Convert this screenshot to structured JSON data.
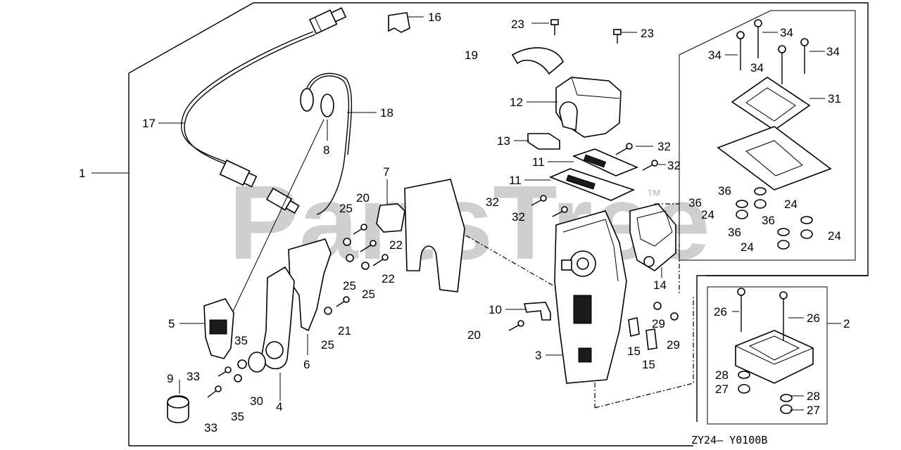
{
  "watermark": "PartsTree",
  "watermark_mark": "™",
  "diagram_code": "ZY24— Y0100B",
  "callouts": [
    "1",
    "2",
    "3",
    "4",
    "5",
    "6",
    "7",
    "8",
    "9",
    "10",
    "11",
    "11",
    "12",
    "13",
    "14",
    "15",
    "15",
    "16",
    "17",
    "18",
    "19",
    "20",
    "20",
    "21",
    "22",
    "22",
    "23",
    "23",
    "24",
    "24",
    "24",
    "24",
    "25",
    "25",
    "25",
    "25",
    "26",
    "26",
    "27",
    "27",
    "28",
    "28",
    "29",
    "29",
    "30",
    "31",
    "32",
    "32",
    "32",
    "32",
    "33",
    "33",
    "34",
    "34",
    "34",
    "34",
    "35",
    "35",
    "36",
    "36",
    "36",
    "36"
  ]
}
